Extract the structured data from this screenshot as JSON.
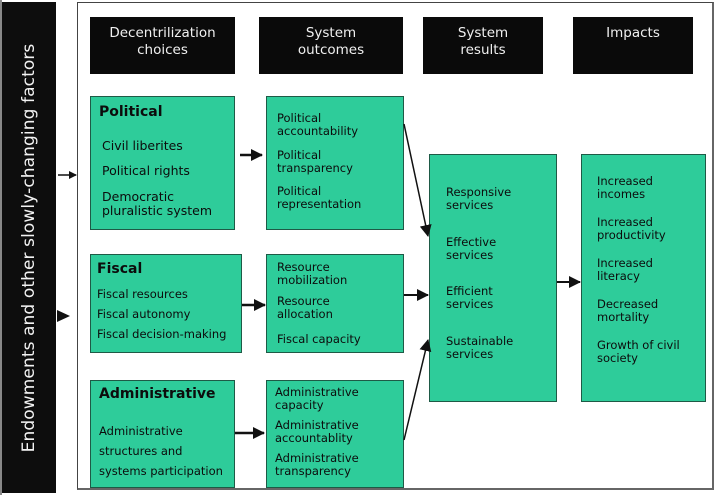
{
  "sidebar": {
    "label": "Endowments and other slowly-changing factors"
  },
  "headers": [
    {
      "line1": "Decentrilization",
      "line2": "choices"
    },
    {
      "line1": "System",
      "line2": "outcomes"
    },
    {
      "line1": "System",
      "line2": "results"
    },
    {
      "line1": "Impacts",
      "line2": ""
    }
  ],
  "choices": {
    "political": {
      "title": "Political",
      "items": [
        "Civil liberites",
        "Political rights",
        "Democratic pluralistic system"
      ]
    },
    "fiscal": {
      "title": "Fiscal",
      "items": [
        "Fiscal resources",
        "Fiscal autonomy",
        "Fiscal decision-making"
      ]
    },
    "administrative": {
      "title": "Administrative",
      "items": [
        "Administrative structures and systems participation"
      ]
    }
  },
  "outcomes": {
    "political": [
      "Political accountability",
      "Political transparency",
      "Political representation"
    ],
    "fiscal": [
      "Resource mobilization",
      "Resource allocation",
      "Fiscal capacity"
    ],
    "administrative": [
      "Administrative capacity",
      "Administrative accountablity",
      "Administrative transparency"
    ]
  },
  "results": [
    "Responsive services",
    "Effective services",
    "Efficient services",
    "Sustainable services"
  ],
  "impacts": [
    "Increased incomes",
    "Increased productivity",
    "Increased literacy",
    "Decreased mortality",
    "Growth of civil society"
  ],
  "colors": {
    "box_fill": "#2ecc9a",
    "header_fill": "#0a0a0a",
    "sidebar_fill": "#0d0d0d"
  }
}
